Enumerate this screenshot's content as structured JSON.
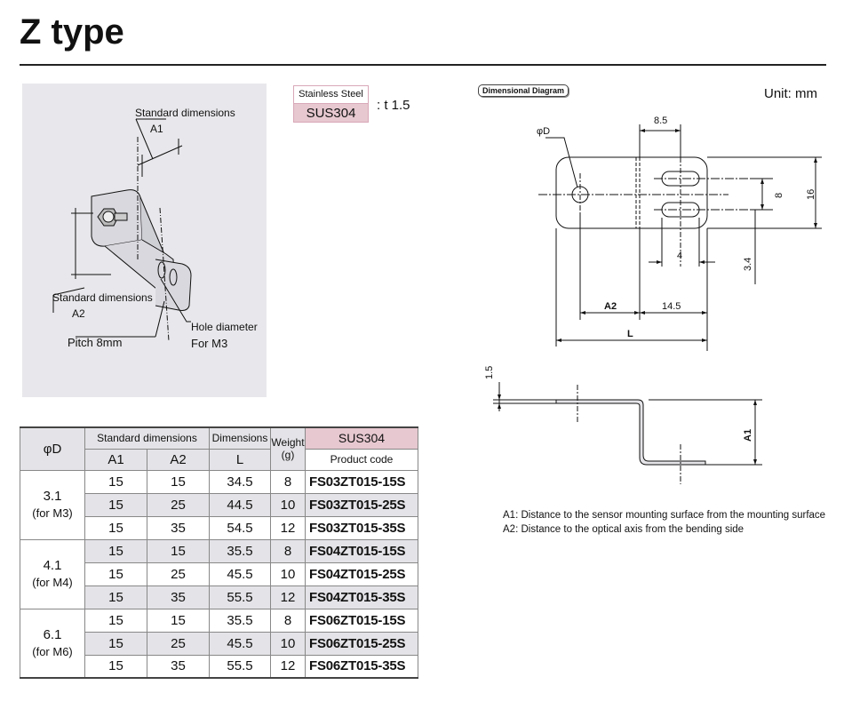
{
  "title": "Z type",
  "illustration": {
    "label_std_top": "Standard dimensions",
    "label_a1": "A1",
    "label_std_bottom": "Standard dimensions",
    "label_a2": "A2",
    "label_pitch": "Pitch 8mm",
    "label_hole": "Hole diameter",
    "label_hole_size": "For M3"
  },
  "material": {
    "name": "Stainless Steel",
    "grade": "SUS304",
    "thickness": ": t 1.5"
  },
  "diagram": {
    "badge": "Dimensional Diagram",
    "unit": "Unit: mm",
    "labels": {
      "d85": "8.5",
      "phiD": "φD",
      "d8": "8",
      "d16": "16",
      "d4": "4",
      "d34": "3.4",
      "a2": "A2",
      "d145": "14.5",
      "l": "L",
      "d15": "1.5",
      "a1": "A1"
    }
  },
  "notes": [
    "A1: Distance to the sensor mounting surface from the mounting surface",
    "A2: Distance to the optical axis from the bending side"
  ],
  "table": {
    "headers": {
      "phiD": "φD",
      "standard_dimensions": "Standard dimensions",
      "a1": "A1",
      "a2": "A2",
      "dimensions": "Dimensions",
      "l": "L",
      "weight": "Weight",
      "weight_unit": "(g)",
      "material": "SUS304",
      "product_code": "Product code"
    },
    "groups": [
      {
        "d": "3.1",
        "note": "(for M3)",
        "rows": [
          {
            "a1": "15",
            "a2": "15",
            "l": "34.5",
            "w": "8",
            "code": "FS03ZT015-15S"
          },
          {
            "a1": "15",
            "a2": "25",
            "l": "44.5",
            "w": "10",
            "code": "FS03ZT015-25S"
          },
          {
            "a1": "15",
            "a2": "35",
            "l": "54.5",
            "w": "12",
            "code": "FS03ZT015-35S"
          }
        ]
      },
      {
        "d": "4.1",
        "note": "(for M4)",
        "rows": [
          {
            "a1": "15",
            "a2": "15",
            "l": "35.5",
            "w": "8",
            "code": "FS04ZT015-15S"
          },
          {
            "a1": "15",
            "a2": "25",
            "l": "45.5",
            "w": "10",
            "code": "FS04ZT015-25S"
          },
          {
            "a1": "15",
            "a2": "35",
            "l": "55.5",
            "w": "12",
            "code": "FS04ZT015-35S"
          }
        ]
      },
      {
        "d": "6.1",
        "note": "(for M6)",
        "rows": [
          {
            "a1": "15",
            "a2": "15",
            "l": "35.5",
            "w": "8",
            "code": "FS06ZT015-15S"
          },
          {
            "a1": "15",
            "a2": "25",
            "l": "45.5",
            "w": "10",
            "code": "FS06ZT015-25S"
          },
          {
            "a1": "15",
            "a2": "35",
            "l": "55.5",
            "w": "12",
            "code": "FS06ZT015-35S"
          }
        ]
      }
    ]
  }
}
